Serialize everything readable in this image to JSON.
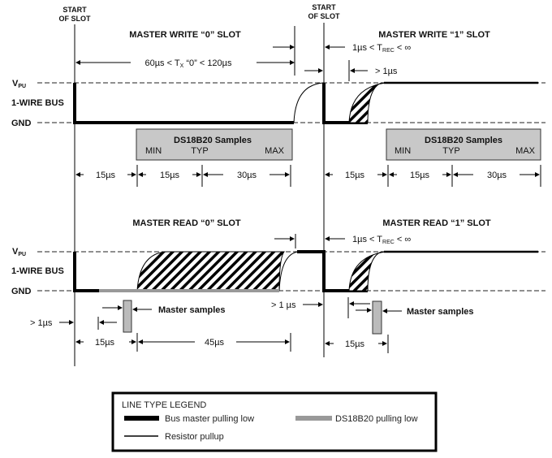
{
  "title": "DS18B20 1-Wire Read/Write Time Slot Timing Diagram",
  "start_of_slot": [
    "START",
    "OF SLOT"
  ],
  "levels": {
    "vpu": "V",
    "vpu_sub": "PU",
    "bus": "1-WIRE BUS",
    "gnd": "GND"
  },
  "write": {
    "slot0_title": "MASTER WRITE “0” SLOT",
    "slot1_title": "MASTER WRITE “1” SLOT",
    "tx_label_a": "60µs < T",
    "tx_sub": "X",
    "tx_label_b": " “0” < 120µs",
    "trec_a": "1µs < T",
    "trec_sub": "REC",
    "trec_b": " < ∞",
    "gt1us": "> 1µs",
    "samples_box": {
      "title": "DS18B20  Samples",
      "min": "MIN",
      "typ": "TYP",
      "max": "MAX"
    },
    "intervals": [
      "15µs",
      "15µs",
      "30µs"
    ]
  },
  "read": {
    "slot0_title": "MASTER READ “0” SLOT",
    "slot1_title": "MASTER READ “1” SLOT",
    "trec_a": "1µs < T",
    "trec_sub": "REC",
    "trec_b": " < ∞",
    "master_samples": "Master samples",
    "gt1us_left": "> 1µs",
    "gt1us_mid": "> 1 µs",
    "intervals_0": [
      "15µs",
      "45µs"
    ],
    "intervals_1": [
      "15µs"
    ]
  },
  "legend": {
    "title": "LINE TYPE LEGEND",
    "items": [
      "Bus master pulling low",
      "DS18B20 pulling low",
      "Resistor pullup"
    ],
    "colors": {
      "master": "#000000",
      "ds18b20": "#999999",
      "pullup": "#000000"
    }
  }
}
